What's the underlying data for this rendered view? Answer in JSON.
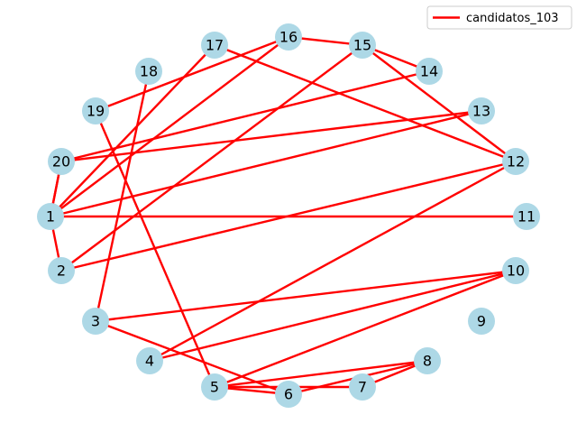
{
  "graph": {
    "edge_color": "#ff0000",
    "node_color": "#add8e6",
    "nodes": [
      {
        "id": "1",
        "label": "1"
      },
      {
        "id": "2",
        "label": "2"
      },
      {
        "id": "3",
        "label": "3"
      },
      {
        "id": "4",
        "label": "4"
      },
      {
        "id": "5",
        "label": "5"
      },
      {
        "id": "6",
        "label": "6"
      },
      {
        "id": "7",
        "label": "7"
      },
      {
        "id": "8",
        "label": "8"
      },
      {
        "id": "9",
        "label": "9"
      },
      {
        "id": "10",
        "label": "10"
      },
      {
        "id": "11",
        "label": "11"
      },
      {
        "id": "12",
        "label": "12"
      },
      {
        "id": "13",
        "label": "13"
      },
      {
        "id": "14",
        "label": "14"
      },
      {
        "id": "15",
        "label": "15"
      },
      {
        "id": "16",
        "label": "16"
      },
      {
        "id": "17",
        "label": "17"
      },
      {
        "id": "18",
        "label": "18"
      },
      {
        "id": "19",
        "label": "19"
      },
      {
        "id": "20",
        "label": "20"
      }
    ],
    "edges": [
      [
        "1",
        "20"
      ],
      [
        "1",
        "2"
      ],
      [
        "1",
        "11"
      ],
      [
        "1",
        "13"
      ],
      [
        "1",
        "16"
      ],
      [
        "1",
        "17"
      ],
      [
        "20",
        "13"
      ],
      [
        "20",
        "14"
      ],
      [
        "20",
        "1"
      ],
      [
        "2",
        "12"
      ],
      [
        "2",
        "15"
      ],
      [
        "3",
        "18"
      ],
      [
        "3",
        "10"
      ],
      [
        "3",
        "6"
      ],
      [
        "4",
        "12"
      ],
      [
        "4",
        "10"
      ],
      [
        "5",
        "19"
      ],
      [
        "5",
        "10"
      ],
      [
        "5",
        "8"
      ],
      [
        "5",
        "7"
      ],
      [
        "5",
        "6"
      ],
      [
        "6",
        "8"
      ],
      [
        "7",
        "8"
      ],
      [
        "12",
        "15"
      ],
      [
        "12",
        "17"
      ],
      [
        "14",
        "15"
      ],
      [
        "15",
        "16"
      ],
      [
        "16",
        "19"
      ]
    ]
  },
  "legend": {
    "label": "candidatos_103"
  }
}
